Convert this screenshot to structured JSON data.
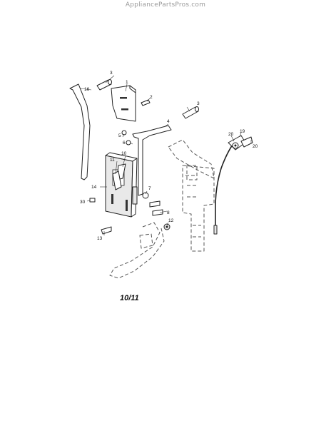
{
  "watermark": "AppliancePartsPros.com",
  "figure_caption": "10/11",
  "callouts": {
    "c1": "1",
    "c2": "2",
    "c3a": "3",
    "c3b": "3",
    "c4": "4",
    "c5": "5",
    "c6": "6",
    "c7": "7",
    "c8": "8",
    "c10": "10",
    "c11": "11",
    "c12": "12",
    "c13": "13",
    "c14": "14",
    "c16": "16",
    "c19": "19",
    "c20a": "20",
    "c20b": "20",
    "c30": "30"
  }
}
